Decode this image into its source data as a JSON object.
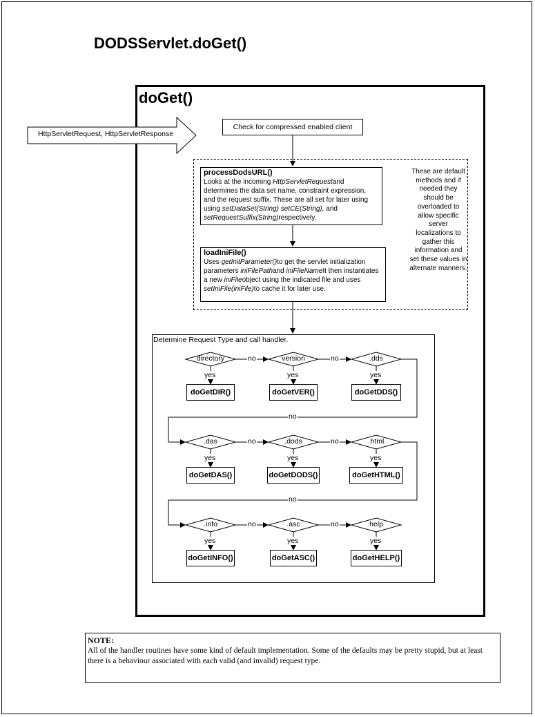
{
  "title": "DODSServlet.doGet()",
  "doget_label": "doGet()",
  "input_arrow_label": "HttpServletRequest, HttpServletResponse",
  "check_box": "Check for compressed enabled client",
  "process": {
    "heading": "processDodsURL()",
    "t1": "Looks at the incoming ",
    "t1i": "HttpServletRequest",
    "t2": "and determines the data set name, constraint expression, and  the request suffix. These are all set for later using using ",
    "t2i": "setDataSet(String) setCE(String),",
    "t3": " and ",
    "t3i": "setRequestSuffix(String)",
    "t4": "respectively."
  },
  "loadini": {
    "heading": "loadIniFile()",
    "t1": "Uses ",
    "t1i": "getInitParameter()",
    "t2": "to get the servlet initialization parameters ",
    "t2i": "iniFilePath",
    "t3": "and ",
    "t3i": "iniFileName",
    "t4": "It then instantiates a new ",
    "t4i": "iniFile",
    "t5": "object using the indicated file and uses ",
    "t5i": "setIniFile(iniFile)",
    "t6": "to cache it for later use."
  },
  "side_note": "These are default methods and if needed they should be overloaded to allow specific server localizations to gather this information and set these values in alternate manners.",
  "request_label": "Determine Request Type and call handler.",
  "yes_label": "yes",
  "no_label": "no",
  "rows": [
    {
      "decisions": [
        "directory",
        "version",
        ".dds"
      ],
      "handlers": [
        "doGetDIR()",
        "doGetVER()",
        "doGetDDS()"
      ]
    },
    {
      "decisions": [
        ".das",
        ".dods",
        ".html"
      ],
      "handlers": [
        "doGetDAS()",
        "doGetDODS()",
        "doGetHTML()"
      ]
    },
    {
      "decisions": [
        ".info",
        ".asc",
        "help"
      ],
      "handlers": [
        "doGetINFO()",
        "doGetASC()",
        "doGetHELP()"
      ]
    }
  ],
  "note": {
    "heading": "NOTE:",
    "text": "All of the handler routines have some kind of default implementation. Some of the defaults may be pretty stupid, but at least there is a behaviour associated with each valid (and invalid) request type."
  }
}
